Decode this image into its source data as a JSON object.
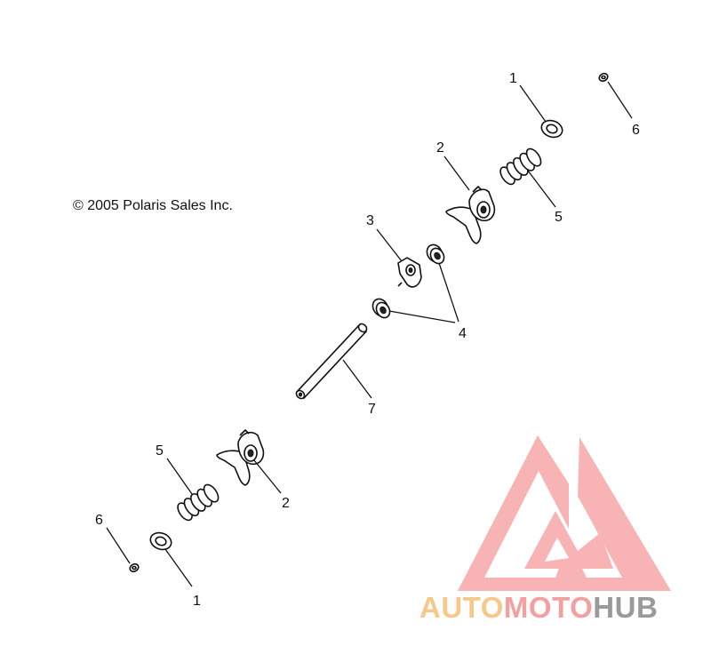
{
  "copyright": "© 2005 Polaris Sales Inc.",
  "labels": {
    "washer_top": "1",
    "washer_bottom": "1",
    "fork_top": "2",
    "fork_bottom": "2",
    "fork_small": "3",
    "bushing": "4",
    "spring_top": "5",
    "spring_bottom": "5",
    "clip_top": "6",
    "clip_bottom": "6",
    "shaft": "7"
  },
  "watermark": {
    "part1": "AUTO",
    "part2": "MOTO",
    "part3": "HUB",
    "colors": {
      "triangle": "#f28c8c",
      "auto": "#f5c98a",
      "moto": "#f4a0a0",
      "hub": "#9a9a9a"
    }
  }
}
